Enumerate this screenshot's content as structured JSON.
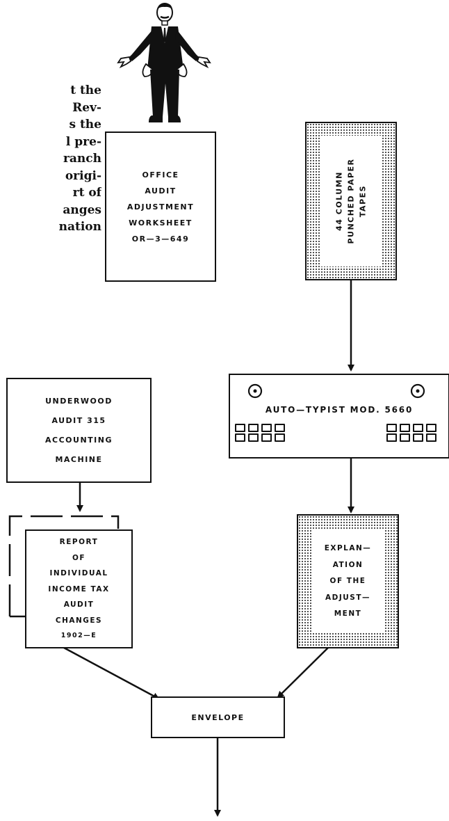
{
  "intro_text": {
    "lines": [
      "t the",
      "Rev-",
      "s the",
      "l pre-",
      "ranch",
      "origi-",
      "rt of",
      "anges",
      "nation"
    ]
  },
  "worksheet": {
    "lines": [
      "OFFICE",
      "AUDIT",
      "ADJUSTMENT",
      "WORKSHEET",
      "OR—3—649"
    ]
  },
  "tapes": {
    "lines": [
      "44 COLUMN",
      "PUNCHED PAPER",
      "TAPES"
    ]
  },
  "underwood": {
    "lines": [
      "UNDERWOOD",
      "AUDIT 315",
      "ACCOUNTING",
      "MACHINE"
    ]
  },
  "autotypist": {
    "label": "AUTO—TYPIST MOD. 5660"
  },
  "report": {
    "lines": [
      "REPORT",
      "OF",
      "INDIVIDUAL",
      "INCOME TAX",
      "AUDIT",
      "CHANGES",
      "1902—E"
    ]
  },
  "explanation": {
    "lines": [
      "EXPLAN—",
      "ATION",
      "OF THE",
      "ADJUST—",
      "MENT"
    ]
  },
  "envelope": {
    "label": "ENVELOPE"
  },
  "illustration": {
    "name": "man-with-empty-pockets"
  }
}
